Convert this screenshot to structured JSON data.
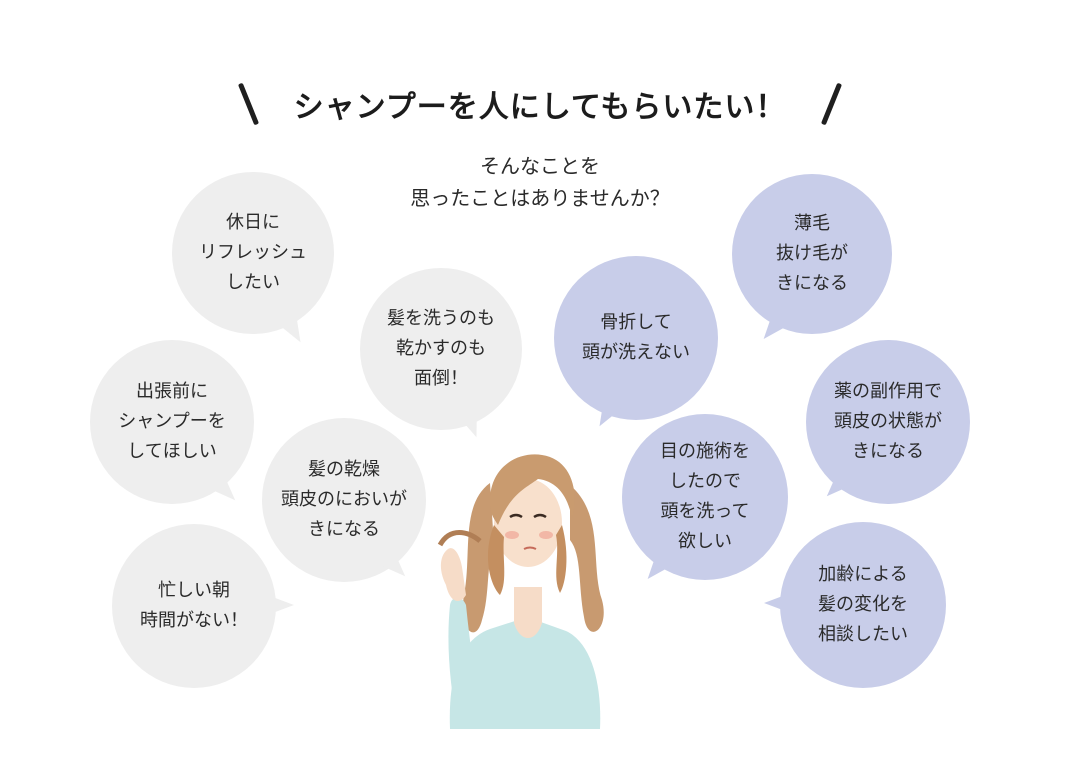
{
  "title": "シャンプーを人にしてもらいたい！",
  "subtitle": [
    "そんなことを",
    "思ったことはありませんか？"
  ],
  "bubbles": [
    {
      "id": "refresh",
      "lines": [
        "休日に",
        "リフレッシュ",
        "したい"
      ]
    },
    {
      "id": "trip",
      "lines": [
        "出張前に",
        "シャンプーを",
        "してほしい"
      ]
    },
    {
      "id": "busy",
      "lines": [
        "忙しい朝",
        "時間がない！"
      ]
    },
    {
      "id": "wash",
      "lines": [
        "髪を洗うのも",
        "乾かすのも",
        "面倒！"
      ]
    },
    {
      "id": "dry",
      "lines": [
        "髪の乾燥",
        "頭皮のにおいが",
        "きになる"
      ]
    },
    {
      "id": "fracture",
      "lines": [
        "骨折して",
        "頭が洗えない"
      ]
    },
    {
      "id": "thin",
      "lines": [
        "薄毛",
        "抜け毛が",
        "きになる"
      ]
    },
    {
      "id": "medicine",
      "lines": [
        "薬の副作用で",
        "頭皮の状態が",
        "きになる"
      ]
    },
    {
      "id": "eye",
      "lines": [
        "目の施術を",
        "したので",
        "頭を洗って",
        "欲しい"
      ]
    },
    {
      "id": "aging",
      "lines": [
        "加齢による",
        "髪の変化を",
        "相談したい"
      ]
    }
  ],
  "colors": {
    "gray_bubble": "#eeeeee",
    "blue_bubble": "#c8cde9",
    "text": "#2a2a2a"
  },
  "illustration": "woman-touching-hair"
}
